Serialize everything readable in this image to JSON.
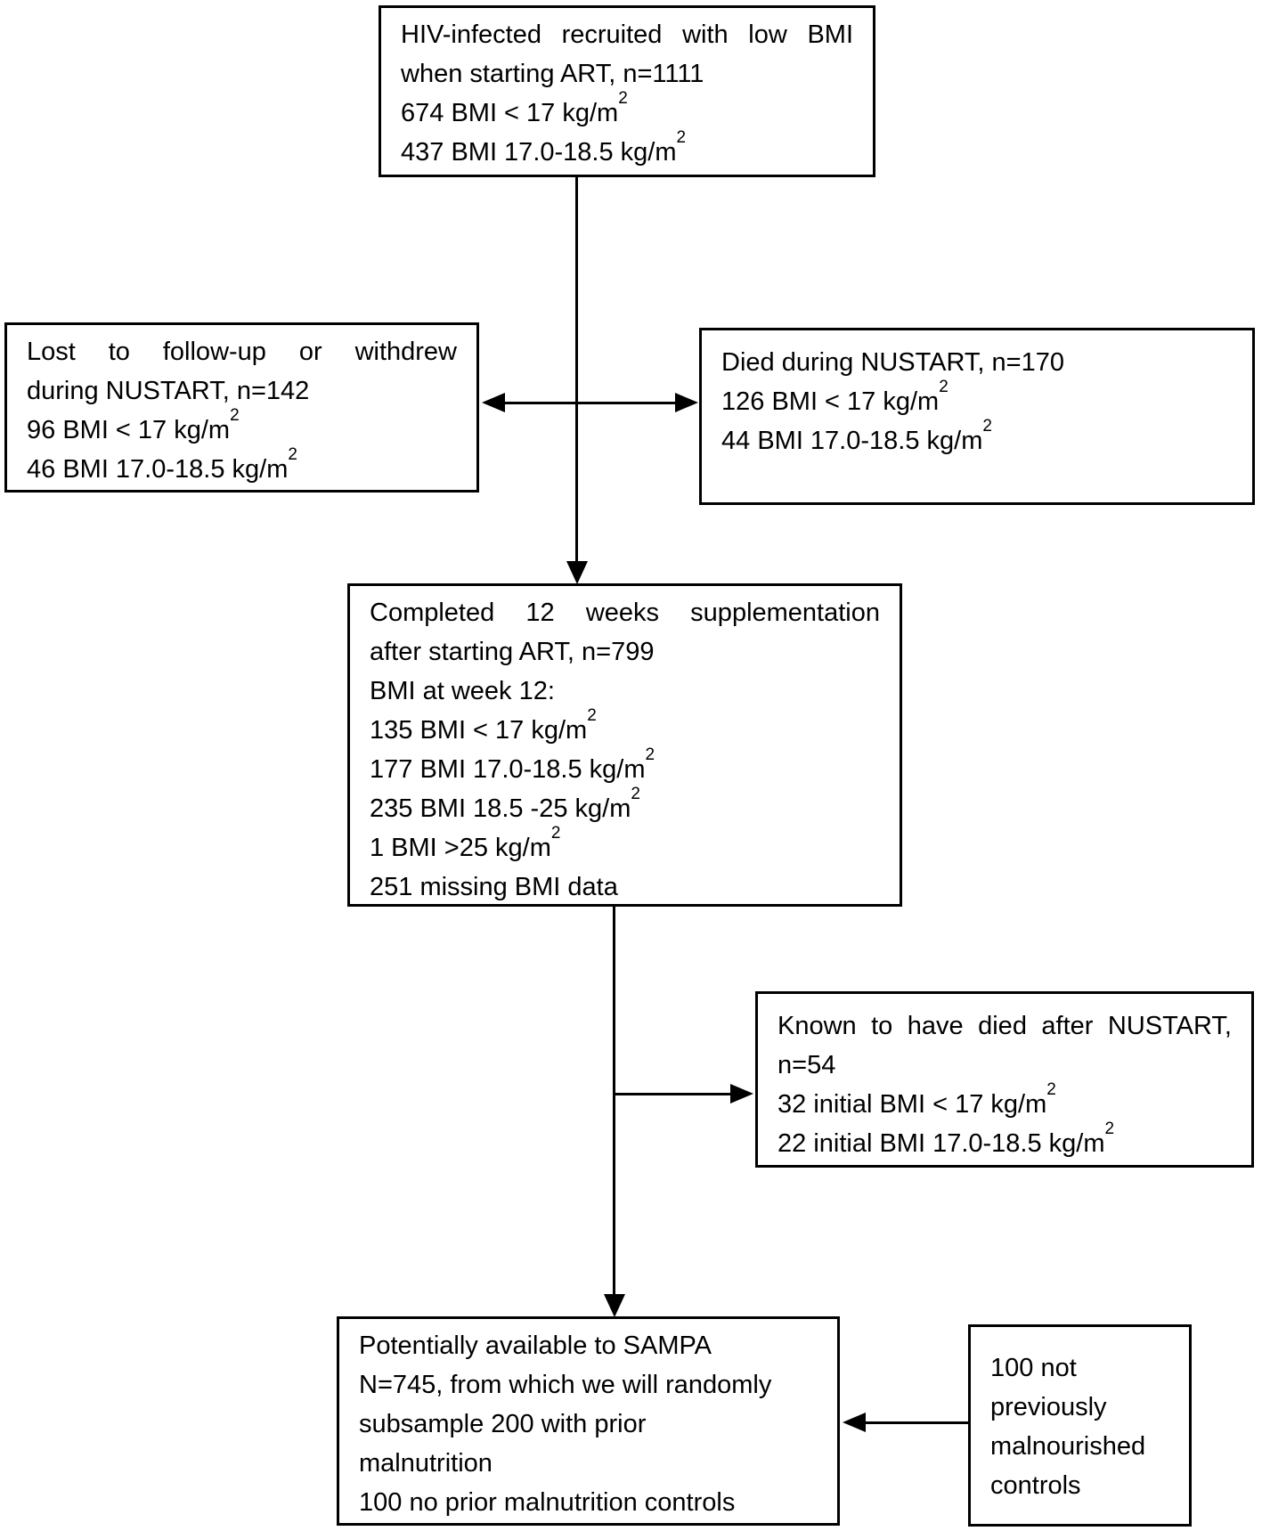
{
  "colors": {
    "background": "#ffffff",
    "border": "#000000",
    "text": "#000000",
    "arrow": "#000000"
  },
  "boxes": {
    "recruited": {
      "lines": [
        {
          "text": "HIV-infected recruited with low BMI"
        },
        {
          "text": "when starting ART, n=1111"
        },
        {
          "text": "674 BMI < 17 kg/m",
          "sup": "2"
        },
        {
          "text": "437 BMI 17.0-18.5 kg/m",
          "sup": "2"
        }
      ]
    },
    "lost": {
      "lines": [
        {
          "text": "Lost to follow-up or withdrew"
        },
        {
          "text": "during NUSTART, n=142"
        },
        {
          "text": "96 BMI < 17 kg/m",
          "sup": "2"
        },
        {
          "text": "46 BMI 17.0-18.5 kg/m",
          "sup": "2"
        }
      ]
    },
    "died": {
      "lines": [
        {
          "text": "Died during NUSTART, n=170"
        },
        {
          "text": "126 BMI < 17 kg/m",
          "sup": "2"
        },
        {
          "text": "44 BMI 17.0-18.5 kg/m",
          "sup": "2"
        }
      ]
    },
    "completed": {
      "lines": [
        {
          "text": "Completed 12 weeks supplementation"
        },
        {
          "text": "after starting ART, n=799"
        },
        {
          "text": "BMI at week 12:"
        },
        {
          "text": "135 BMI < 17 kg/m",
          "sup": "2"
        },
        {
          "text": "177 BMI 17.0-18.5 kg/m",
          "sup": "2"
        },
        {
          "text": "235 BMI 18.5 -25 kg/m",
          "sup": "2"
        },
        {
          "text": "1 BMI >25 kg/m",
          "sup": "2"
        },
        {
          "text": "251 missing BMI data"
        }
      ]
    },
    "known": {
      "lines": [
        {
          "text": "Known to have died after NUSTART,"
        },
        {
          "text": "n=54"
        },
        {
          "text": "32 initial BMI < 17 kg/m",
          "sup": "2"
        },
        {
          "text": "22 initial BMI 17.0-18.5 kg/m",
          "sup": "2"
        }
      ]
    },
    "sampa": {
      "lines": [
        {
          "text": "Potentially available to SAMPA"
        },
        {
          "text": "N=745, from which we will randomly"
        },
        {
          "text": "subsample 200 with prior"
        },
        {
          "text": "malnutrition"
        },
        {
          "text": "100 no prior malnutrition controls"
        }
      ]
    },
    "controls": {
      "lines": [
        {
          "text": "100 not"
        },
        {
          "text": "previously"
        },
        {
          "text": "malnourished"
        },
        {
          "text": "controls"
        }
      ]
    }
  }
}
